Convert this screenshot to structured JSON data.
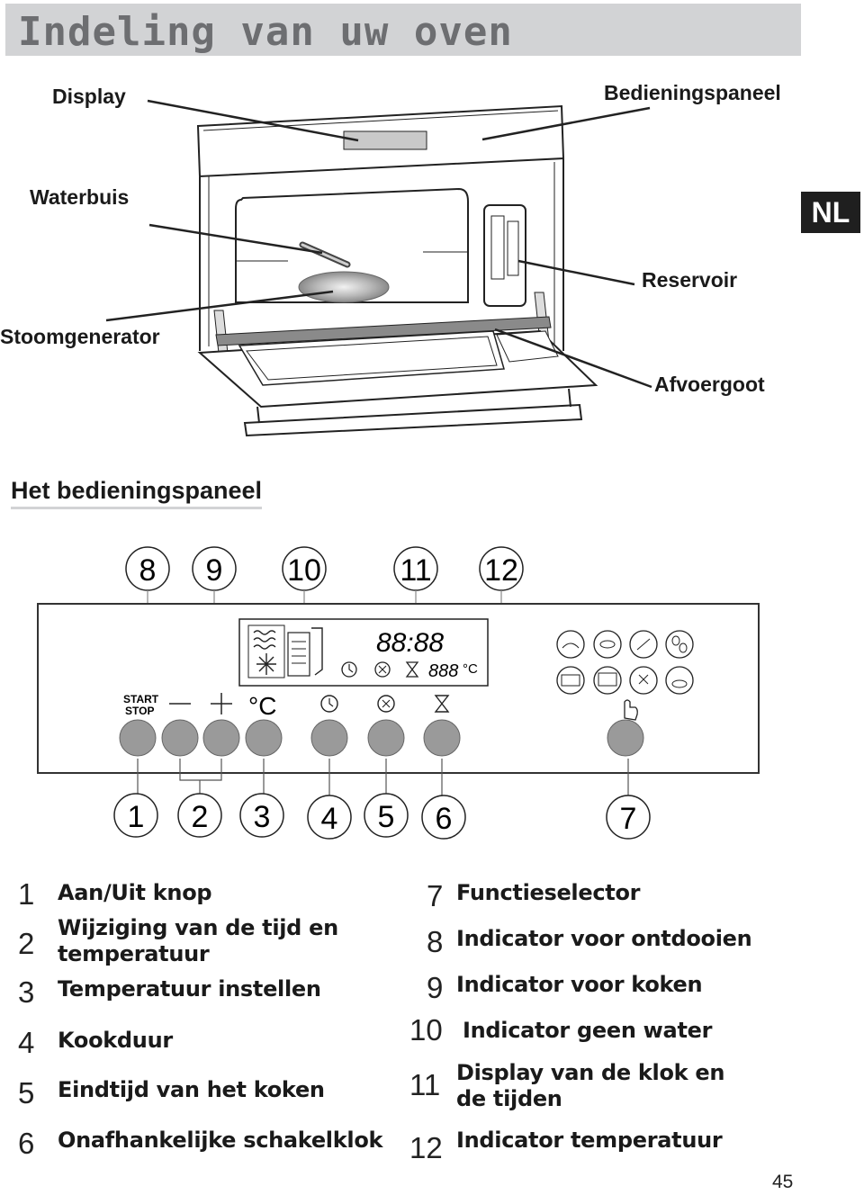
{
  "page": {
    "title": "Indeling van uw oven",
    "language_badge": "NL",
    "page_number": "45"
  },
  "oven_diagram": {
    "labels": {
      "display": "Display",
      "control_panel": "Bedieningspaneel",
      "water_tube": "Waterbuis",
      "reservoir": "Reservoir",
      "steam_generator": "Stoomgenerator",
      "drain": "Afvoergoot"
    }
  },
  "panel": {
    "heading": "Het bedieningspaneel",
    "callouts_top": [
      "8",
      "9",
      "10",
      "11",
      "12"
    ],
    "callouts_bottom": [
      "1",
      "2",
      "3",
      "4",
      "5",
      "6",
      "7"
    ],
    "start_stop_line1": "START",
    "start_stop_line2": "STOP",
    "minus": "—",
    "plus": "+",
    "degree_symbol": "°C",
    "lcd_clock": "88:88",
    "lcd_temp": "888",
    "lcd_unit": "°C"
  },
  "legend": [
    {
      "num": "1",
      "text": "Aan/Uit knop"
    },
    {
      "num": "2",
      "text": "Wijziging van de tijd en temperatuur"
    },
    {
      "num": "3",
      "text": "Temperatuur instellen"
    },
    {
      "num": "4",
      "text": "Kookduur"
    },
    {
      "num": "5",
      "text": "Eindtijd van het koken"
    },
    {
      "num": "6",
      "text": "Onafhankelijke schakelklok"
    },
    {
      "num": "7",
      "text": "Functieselector"
    },
    {
      "num": "8",
      "text": "Indicator voor ontdooien"
    },
    {
      "num": "9",
      "text": "Indicator voor koken"
    },
    {
      "num": "10",
      "text": "Indicator geen water"
    },
    {
      "num": "11",
      "text": "Display van de klok en de tijden"
    },
    {
      "num": "12",
      "text": "Indicator temperatuur"
    }
  ],
  "colors": {
    "title_bar": "#d2d3d5",
    "title_text": "#6d6e71",
    "badge": "#1f1f1f",
    "button_gray": "#9a9a9a"
  }
}
